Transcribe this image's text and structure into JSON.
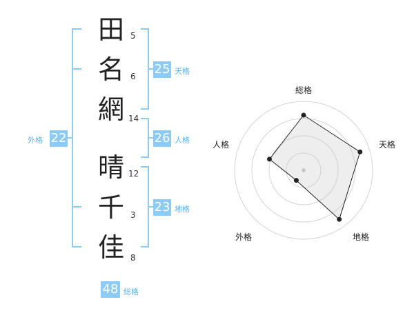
{
  "name_chars": [
    {
      "char": "田",
      "strokes": "5"
    },
    {
      "char": "名",
      "strokes": "6"
    },
    {
      "char": "網",
      "strokes": "14"
    },
    {
      "char": "晴",
      "strokes": "12"
    },
    {
      "char": "千",
      "strokes": "3"
    },
    {
      "char": "佳",
      "strokes": "8"
    }
  ],
  "kakusu": {
    "tenkaku": {
      "label": "天格",
      "value": "25"
    },
    "jinkaku": {
      "label": "人格",
      "value": "26"
    },
    "chikaku": {
      "label": "地格",
      "value": "23"
    },
    "gaikaku": {
      "label": "外格",
      "value": "22"
    },
    "soukaku": {
      "label": "総格",
      "value": "48"
    }
  },
  "radar": {
    "axes": [
      "総格",
      "天格",
      "地格",
      "外格",
      "人格"
    ],
    "values": [
      0.8,
      0.86,
      0.88,
      0.18,
      0.52
    ],
    "rings": 4
  },
  "colors": {
    "accent": "#5ab4ef",
    "badge": "#8ccbf6"
  }
}
